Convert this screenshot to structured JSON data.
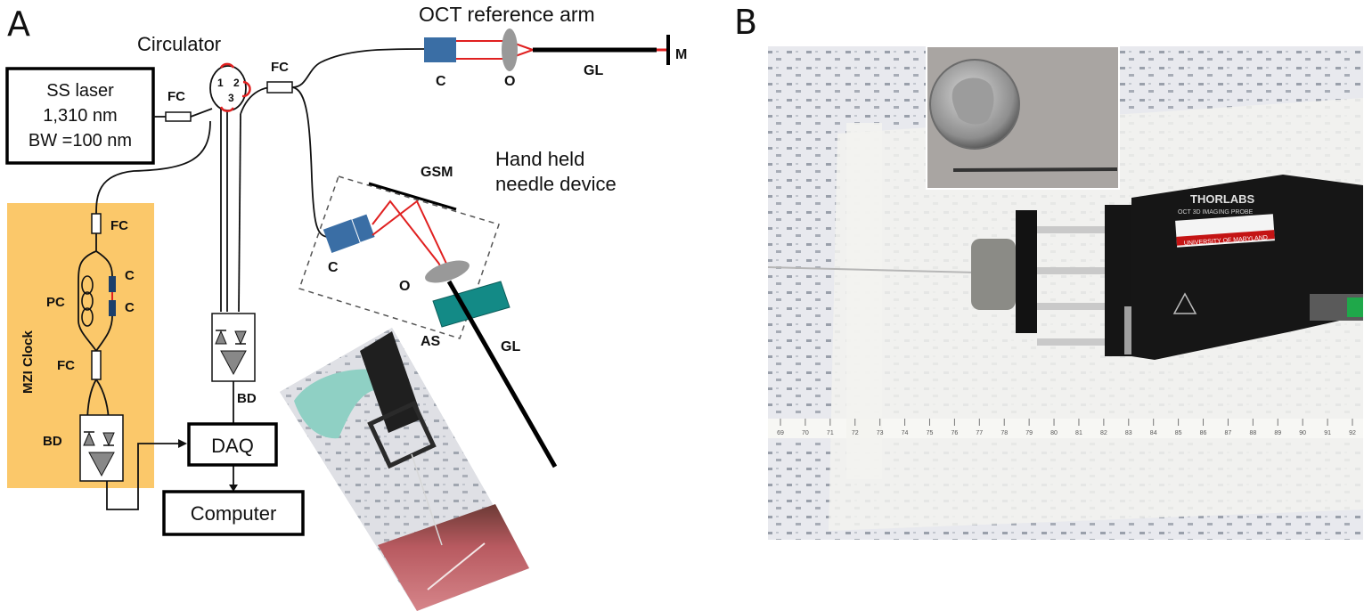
{
  "panel_a": {
    "letter": "A",
    "laser": {
      "line1": "SS laser",
      "line2": "1,310 nm",
      "line3": "BW =100 nm"
    },
    "circulator": {
      "title": "Circulator",
      "port1": "1",
      "port2": "2",
      "port3": "3"
    },
    "fc": "FC",
    "reference_arm": {
      "title": "OCT reference arm",
      "collimator": "C",
      "objective": "O",
      "lens": "GL",
      "mirror": "M"
    },
    "handheld": {
      "line1": "Hand held",
      "line2": "needle device",
      "scanner": "GSM",
      "collimator": "C",
      "objective": "O",
      "stage": "AS",
      "lens": "GL"
    },
    "mzi": {
      "title": "MZI Clock",
      "fc_top": "FC",
      "pc": "PC",
      "c1": "C",
      "c2": "C",
      "fc_bottom": "FC",
      "bd": "BD"
    },
    "bd": "BD",
    "daq": "DAQ",
    "computer": "Computer"
  },
  "panel_b": {
    "letter": "B",
    "brand": "THORLABS",
    "probe_text": "OCT 3D IMAGING PROBE",
    "sticker": "UNIVERSITY OF MARYLAND",
    "ruler_ticks": [
      "69",
      "70",
      "71",
      "72",
      "73",
      "74",
      "75",
      "76",
      "77",
      "78",
      "79",
      "80",
      "81",
      "82",
      "83",
      "84",
      "85",
      "86",
      "87",
      "88",
      "89",
      "90",
      "91",
      "92"
    ]
  },
  "colors": {
    "mzi_bg": "#fbc86a",
    "collimator": "#3a6ea5",
    "beam": "#e02020",
    "stage": "#138a86",
    "objective": "#999999"
  }
}
